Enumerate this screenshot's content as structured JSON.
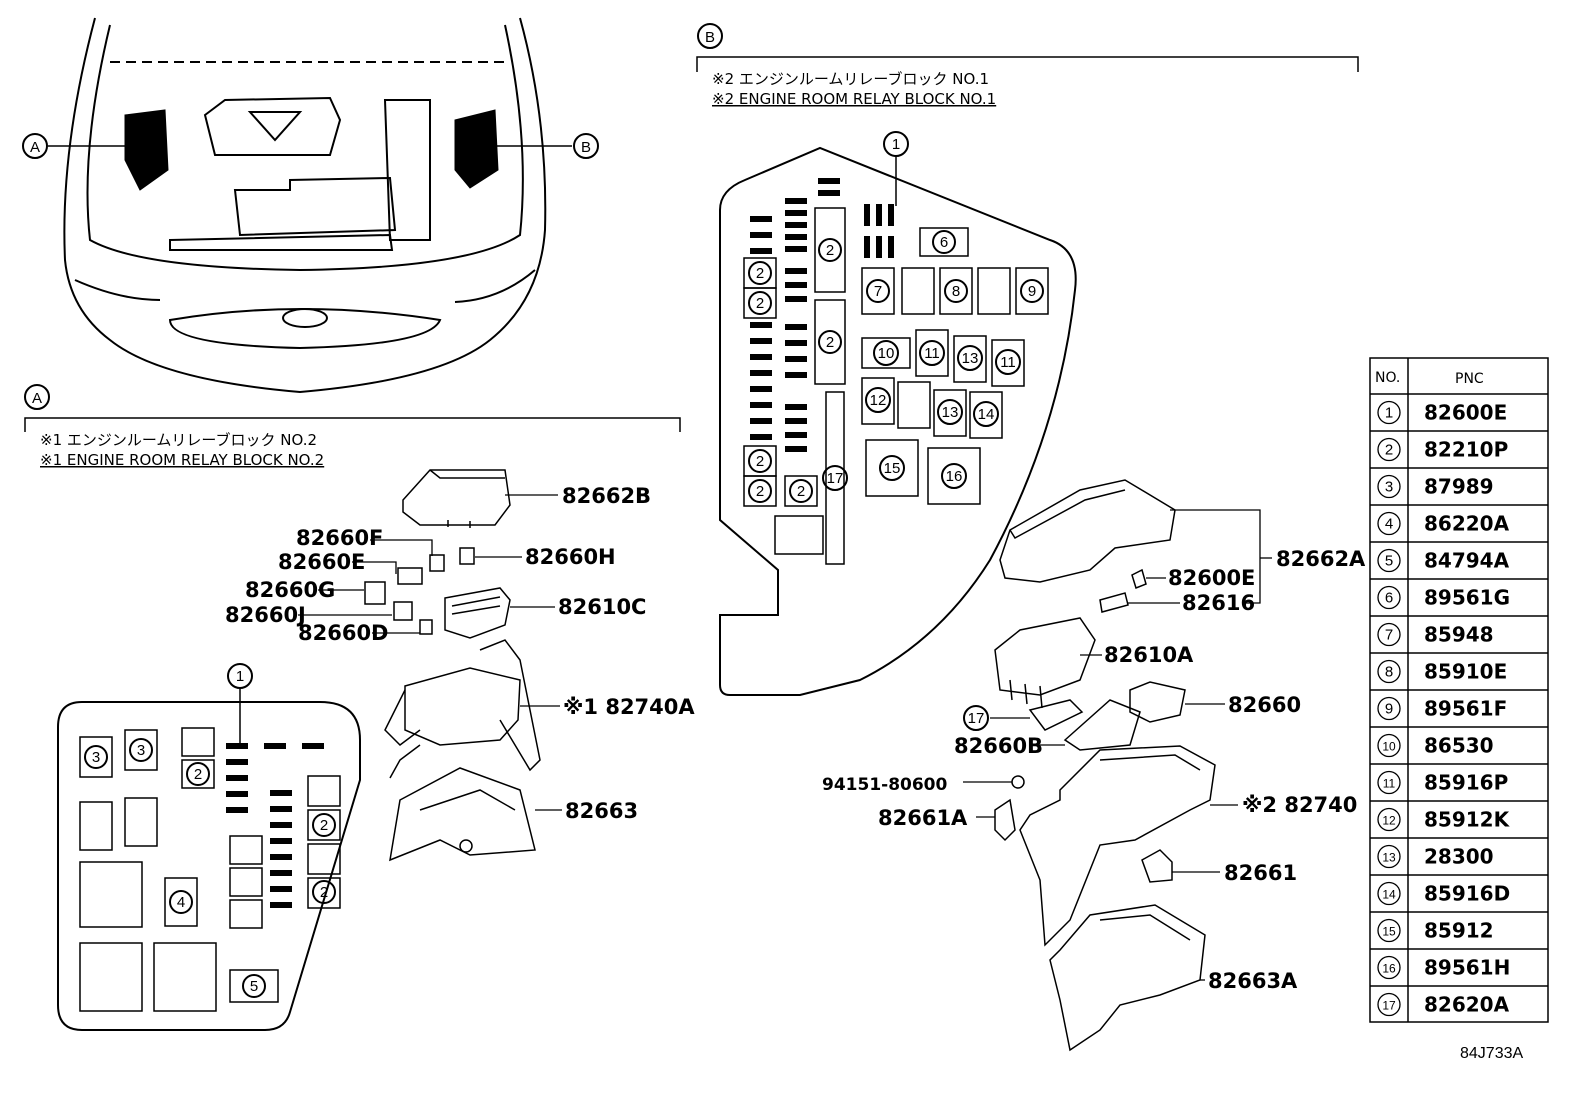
{
  "section_a": {
    "marker": "A",
    "title_jp": "※1 エンジンルームリレーブロック NO.2",
    "title_en": "※1 ENGINE ROOM RELAY BLOCK NO.2",
    "part_numbers": [
      "82662B",
      "82660F",
      "82660E",
      "82660H",
      "82660G",
      "82610C",
      "82660J",
      "82660D",
      "※1 82740A",
      "82663"
    ]
  },
  "section_b": {
    "marker": "B",
    "title_jp": "※2 エンジンルームリレーブロック NO.1",
    "title_en": "※2 ENGINE ROOM RELAY BLOCK NO.1",
    "part_numbers": [
      "82662A",
      "82600E",
      "82616",
      "82610A",
      "82660",
      "82660B",
      "94151-80600",
      "82661A",
      "※2 82740",
      "82661",
      "82663A"
    ]
  },
  "callouts": {
    "a": "A",
    "b": "B"
  },
  "table": {
    "headers": [
      "NO.",
      "PNC"
    ],
    "rows": [
      {
        "no": "1",
        "pnc": "82600E"
      },
      {
        "no": "2",
        "pnc": "82210P"
      },
      {
        "no": "3",
        "pnc": "87989"
      },
      {
        "no": "4",
        "pnc": "86220A"
      },
      {
        "no": "5",
        "pnc": "84794A"
      },
      {
        "no": "6",
        "pnc": "89561G"
      },
      {
        "no": "7",
        "pnc": "85948"
      },
      {
        "no": "8",
        "pnc": "85910E"
      },
      {
        "no": "9",
        "pnc": "89561F"
      },
      {
        "no": "10",
        "pnc": "86530"
      },
      {
        "no": "11",
        "pnc": "85916P"
      },
      {
        "no": "12",
        "pnc": "85912K"
      },
      {
        "no": "13",
        "pnc": "28300"
      },
      {
        "no": "14",
        "pnc": "85916D"
      },
      {
        "no": "15",
        "pnc": "85912"
      },
      {
        "no": "16",
        "pnc": "89561H"
      },
      {
        "no": "17",
        "pnc": "82620A"
      }
    ]
  },
  "drawing_id": "84J733A"
}
